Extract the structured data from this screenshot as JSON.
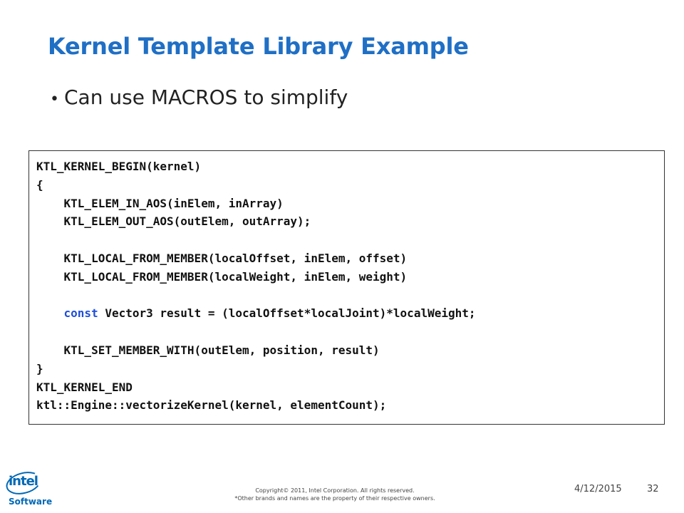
{
  "slide": {
    "title": "Kernel Template Library Example",
    "bullets": [
      {
        "text": "Can use MACROS to simplify"
      }
    ],
    "code": {
      "lines": [
        {
          "text": "KTL_KERNEL_BEGIN(kernel)"
        },
        {
          "text": "{"
        },
        {
          "text": "    KTL_ELEM_IN_AOS(inElem, inArray)"
        },
        {
          "text": "    KTL_ELEM_OUT_AOS(outElem, outArray);"
        },
        {
          "text": ""
        },
        {
          "text": "    KTL_LOCAL_FROM_MEMBER(localOffset, inElem, offset)"
        },
        {
          "text": "    KTL_LOCAL_FROM_MEMBER(localWeight, inElem, weight)"
        },
        {
          "text": ""
        },
        {
          "keyword": "    const",
          "text": " Vector3 result = (localOffset*localJoint)*localWeight;"
        },
        {
          "text": ""
        },
        {
          "text": "    KTL_SET_MEMBER_WITH(outElem, position, result)"
        },
        {
          "text": "}"
        },
        {
          "text": "KTL_KERNEL_END"
        },
        {
          "text": "ktl::Engine::vectorizeKernel(kernel, elementCount);"
        }
      ]
    },
    "footer": {
      "logo_brand": "intel",
      "logo_sub": "Software",
      "copyright_line1": "Copyright© 2011, Intel Corporation. All rights reserved.",
      "copyright_line2": "*Other brands and names are the property of their respective owners.",
      "date": "4/12/2015",
      "page_number": "32"
    },
    "colors": {
      "title": "#1f6fc5",
      "keyword": "#1f4fd8",
      "brand": "#0068b5"
    }
  }
}
